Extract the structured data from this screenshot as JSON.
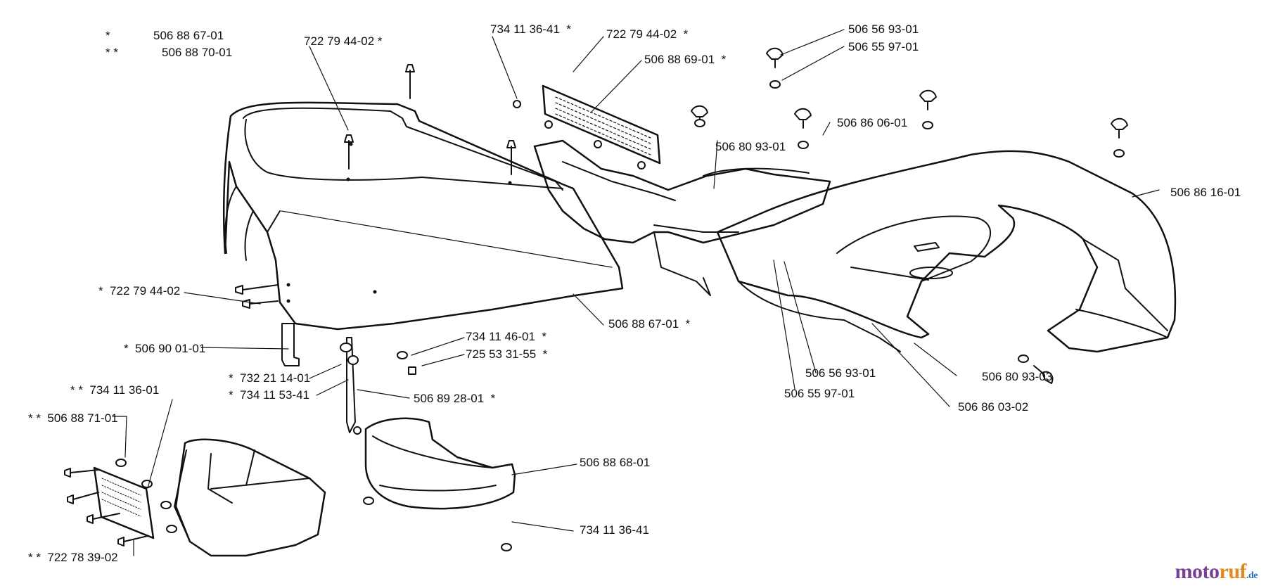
{
  "legend": [
    {
      "mark": "*",
      "part": "506 88 67-01"
    },
    {
      "mark": "* *",
      "part": "506 88 70-01"
    }
  ],
  "labels": [
    {
      "id": "l-722-79-44-02-top",
      "text": "722 79 44-02 *"
    },
    {
      "id": "l-734-11-36-41-top",
      "text": "734 11 36-41  *"
    },
    {
      "id": "l-722-79-44-02-mid",
      "text": "722 79 44-02  *"
    },
    {
      "id": "l-506-88-69-01",
      "text": "506 88 69-01  *"
    },
    {
      "id": "l-506-56-93-01-top",
      "text": "506 56 93-01"
    },
    {
      "id": "l-506-55-97-01-top",
      "text": "506 55 97-01"
    },
    {
      "id": "l-506-86-06-01",
      "text": "506 86 06-01"
    },
    {
      "id": "l-506-80-93-01",
      "text": "506 80 93-01"
    },
    {
      "id": "l-506-86-16-01",
      "text": "506 86 16-01"
    },
    {
      "id": "l-722-79-44-02-left",
      "text": "*  722 79 44-02"
    },
    {
      "id": "l-506-88-67-01",
      "text": "506 88 67-01  *"
    },
    {
      "id": "l-734-11-46-01",
      "text": "734 11 46-01  *"
    },
    {
      "id": "l-725-53-31-55",
      "text": "725 53 31-55  *"
    },
    {
      "id": "l-506-90-01-01",
      "text": "*  506 90 01-01"
    },
    {
      "id": "l-732-21-14-01",
      "text": "*  732 21 14-01"
    },
    {
      "id": "l-734-11-53-41",
      "text": "*  734 11 53-41"
    },
    {
      "id": "l-506-89-28-01",
      "text": "506 89 28-01  *"
    },
    {
      "id": "l-734-11-36-01",
      "text": "* *  734 11 36-01"
    },
    {
      "id": "l-506-88-71-01",
      "text": "* *  506 88 71-01"
    },
    {
      "id": "l-722-78-39-02",
      "text": "* *  722 78 39-02"
    },
    {
      "id": "l-506-88-68-01",
      "text": "506 88 68-01"
    },
    {
      "id": "l-734-11-36-41-bot",
      "text": "734 11 36-41"
    },
    {
      "id": "l-506-56-93-01-mid",
      "text": "506 56 93-01"
    },
    {
      "id": "l-506-55-97-01-mid",
      "text": "506 55 97-01"
    },
    {
      "id": "l-506-80-93-03",
      "text": "506 80 93-03"
    },
    {
      "id": "l-506-86-03-02",
      "text": "506 86 03-02"
    }
  ],
  "watermark": {
    "part1": "moto",
    "part2": "ruf",
    "part3": ".de"
  },
  "colors": {
    "ink": "#111111",
    "paper": "#ffffff",
    "wm_purple": "#7a3f94",
    "wm_orange": "#e08a1e",
    "wm_blue": "#2e6fb3"
  }
}
